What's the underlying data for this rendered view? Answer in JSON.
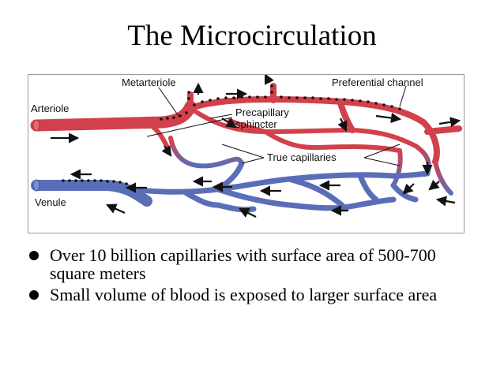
{
  "slide": {
    "title": "The Microcirculation"
  },
  "diagram": {
    "labels": {
      "arteriole": "Arteriole",
      "metarteriole": "Metarteriole",
      "preferential_channel": "Preferential channel",
      "precapillary_line1": "Precapillary",
      "precapillary_line2": "sphincter",
      "true_capillaries": "True capillaries",
      "venule": "Venule"
    },
    "colors": {
      "arterial": "#d2414b",
      "venous": "#5a6eb8",
      "sphincter_dots": "#111111",
      "arrows": "#111111"
    }
  },
  "bullets": [
    "Over 10 billion capillaries with surface area of 500-700 square meters",
    "Small volume of blood is exposed to larger surface area"
  ]
}
